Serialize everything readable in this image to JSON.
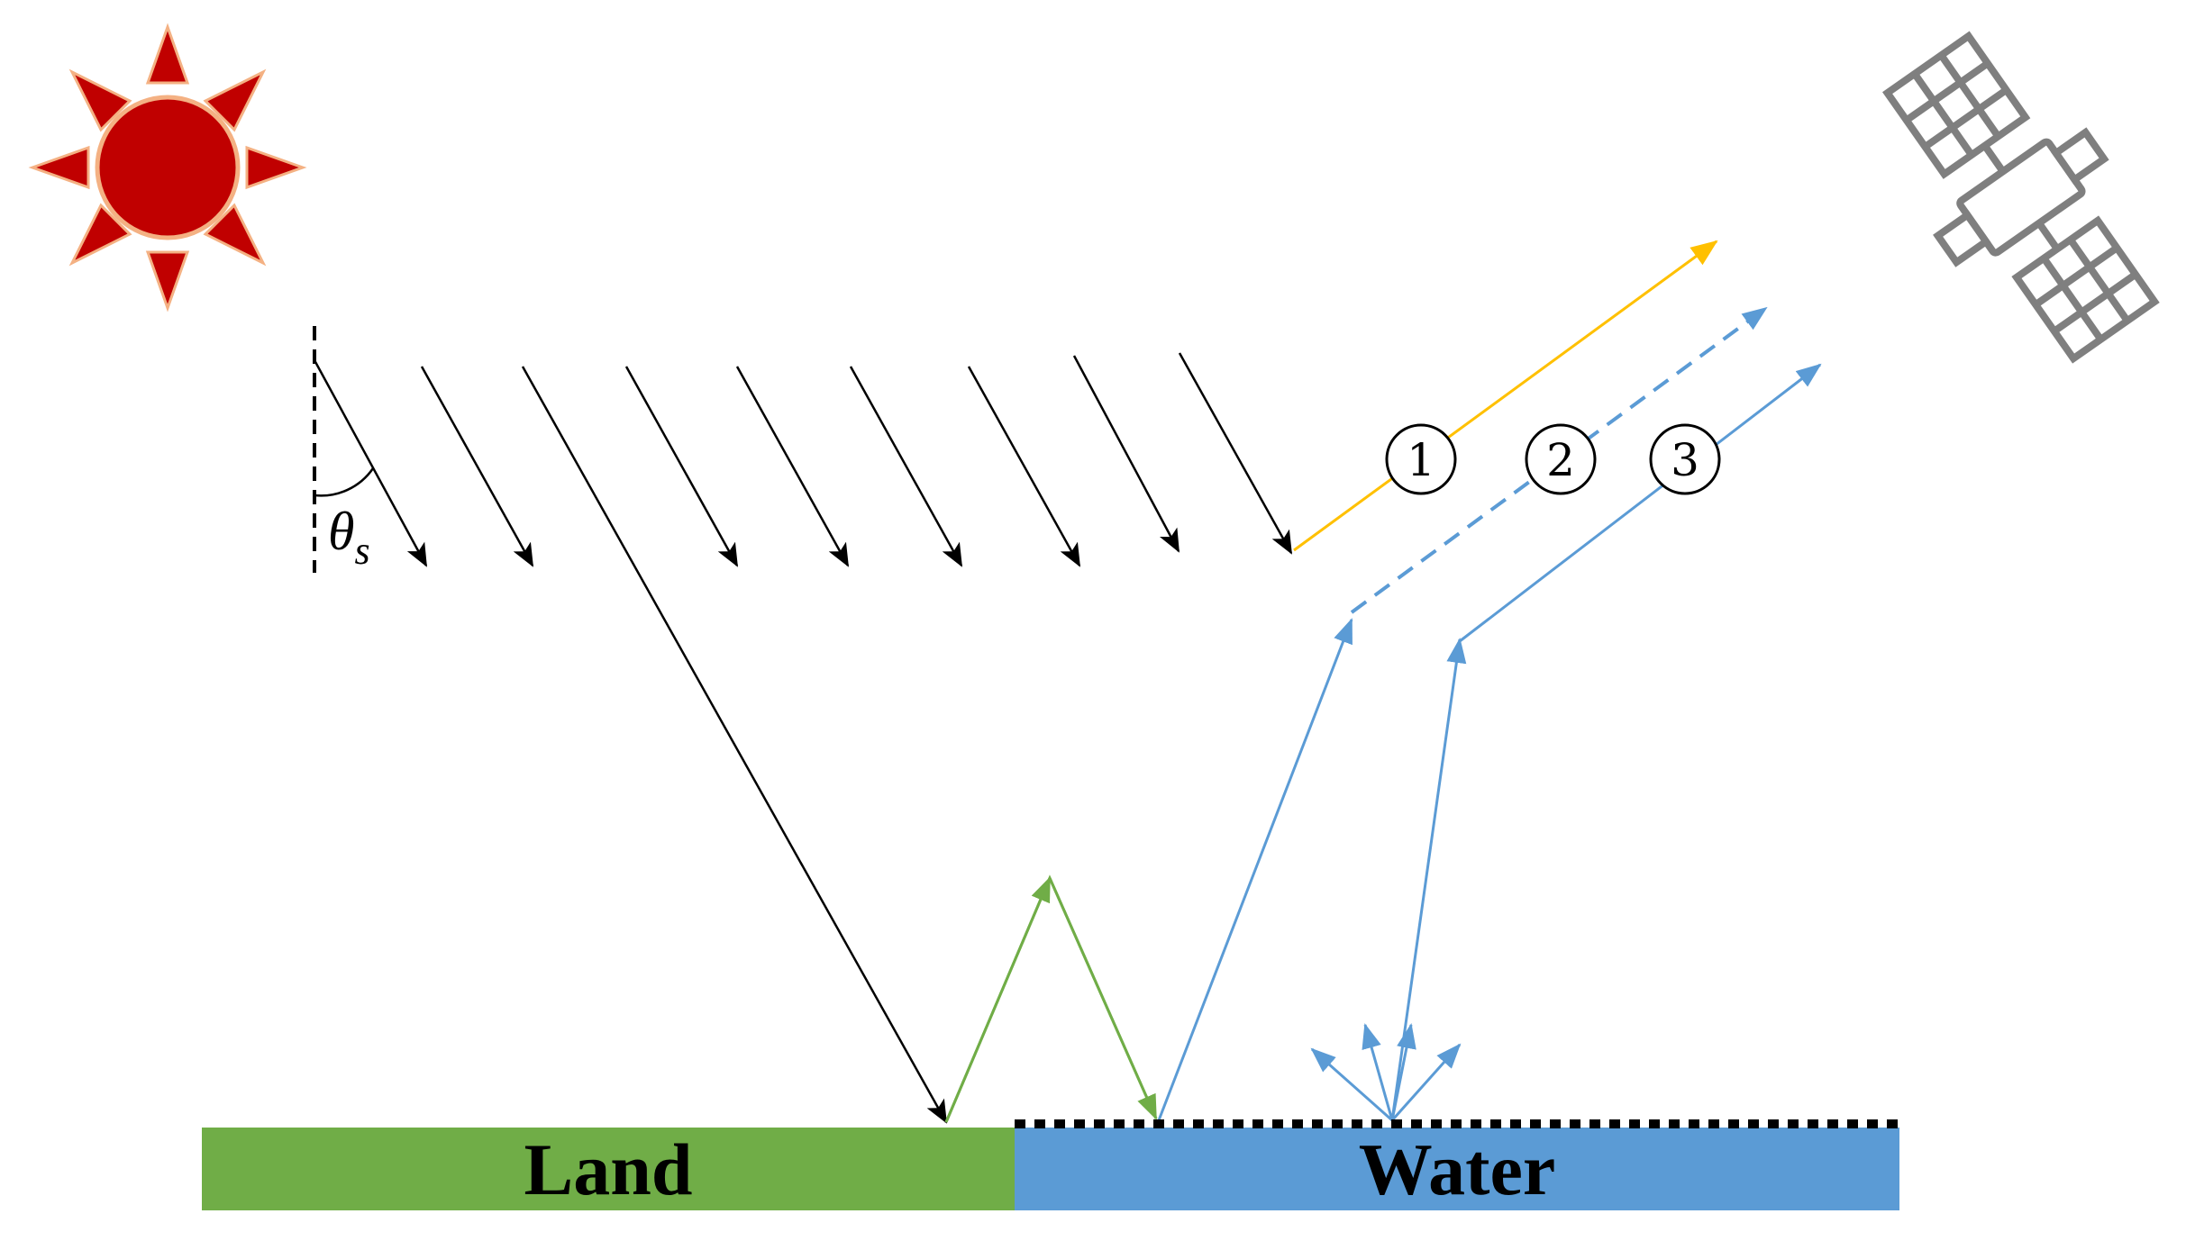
{
  "surfaces": {
    "land": {
      "label": "Land",
      "color": "#70AD47"
    },
    "water": {
      "label": "Water",
      "color": "#5B9BD5"
    }
  },
  "angle": {
    "symbol": "θ",
    "subscript": "s"
  },
  "paths": [
    {
      "number": "1",
      "color": "#FFC000",
      "style": "solid"
    },
    {
      "number": "2",
      "color": "#5B9BD5",
      "style": "dashed"
    },
    {
      "number": "3",
      "color": "#5B9BD5",
      "style": "solid"
    }
  ],
  "colors": {
    "incident_rays": "#000000",
    "adjacency_path": "#70AD47",
    "sun_body": "#C00000",
    "sun_outline": "#F4B183",
    "satellite": "#7F7F7F"
  },
  "icons": {
    "sun": "sun-icon",
    "satellite": "satellite-icon"
  }
}
